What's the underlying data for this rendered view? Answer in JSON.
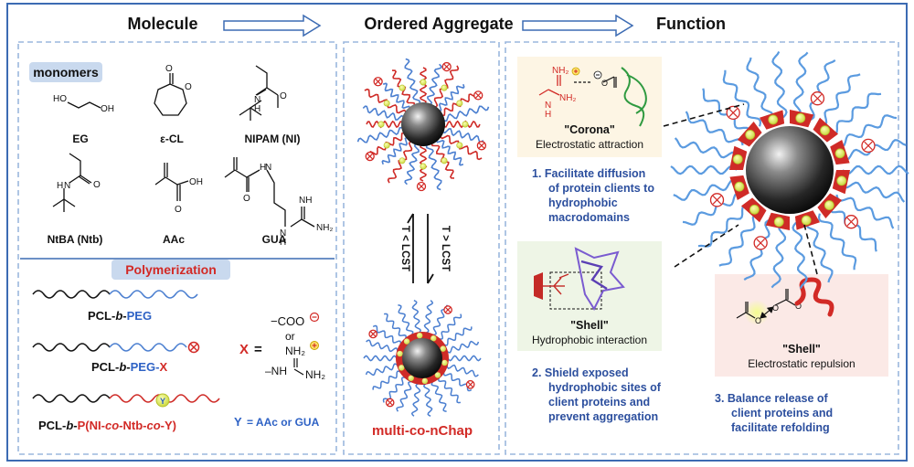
{
  "headers": {
    "molecule": "Molecule",
    "ordered_aggregate": "Ordered Aggregate",
    "function": "Function"
  },
  "monomers": {
    "title": "monomers",
    "items": [
      "EG",
      "ε-CL",
      "NIPAM (NI)",
      "NtBA (Ntb)",
      "AAc",
      "GUA"
    ],
    "atoms": {
      "ho": "HO",
      "oh": "OH",
      "o": "O",
      "h": "H",
      "n": "N",
      "nh": "NH",
      "nh2": "NH₂"
    }
  },
  "polymerization": {
    "title": "Polymerization",
    "p1_black": "PCL-",
    "p1_b": "b",
    "p1_dash": "-",
    "p1_blue": "PEG",
    "p2_black": "PCL-",
    "p2_b": "b",
    "p2_dash": "-",
    "p2_blue": "PEG-",
    "p2_red": "X",
    "p3_black": "PCL-",
    "p3_b": "b",
    "p3_dash": "-",
    "p3_red_a": "P(NI-",
    "p3_co1": "co",
    "p3_red_b": "-Ntb-",
    "p3_co2": "co",
    "p3_red_c": "-Y)",
    "x_label": "X",
    "eq": "=",
    "coo": "−COO",
    "or": "or",
    "nh2": "NH₂",
    "nh": "–NH",
    "nh2b": "NH₂",
    "y_label": "Y",
    "y_def": "= AAc or GUA",
    "y_marker": "Y"
  },
  "aggregate": {
    "t_less": "T < LCST",
    "t_greater": "T > LCST",
    "name": "multi-co-nChap"
  },
  "function": {
    "corona_title": "\"Corona\"",
    "corona_sub": "Electrostatic attraction",
    "corona_nh2": "NH₂",
    "corona_n": "N",
    "corona_h": "H",
    "corona_nh2b": "NH₂",
    "corona_h2": "H",
    "point1": [
      "1.  Facilitate diffusion",
      "of protein clients to",
      "hydrophobic",
      "macrodomains"
    ],
    "shell_title": "\"Shell\"",
    "shell_sub": "Hydrophobic interaction",
    "point2": [
      "2.  Shield exposed",
      "hydrophobic sites of",
      "client proteins and",
      "prevent aggregation"
    ],
    "shell2_title": "\"Shell\"",
    "shell2_sub": "Electrostatic repulsion",
    "point3": [
      "3.  Balance release of",
      "client proteins and",
      "facilitate refolding"
    ]
  },
  "colors": {
    "frame_blue": "#3c6bb3",
    "dashed_blue": "#9bb7dd",
    "polymer_blue": "#4b7fd0",
    "polymer_red": "#cf2b27",
    "core_dark": "#1b1b1b",
    "pill_bg": "#c9d9ee",
    "corona_bg": "#fdf5e4",
    "shell_bg": "#eef5e6",
    "text_blue": "#2c4f9e"
  }
}
